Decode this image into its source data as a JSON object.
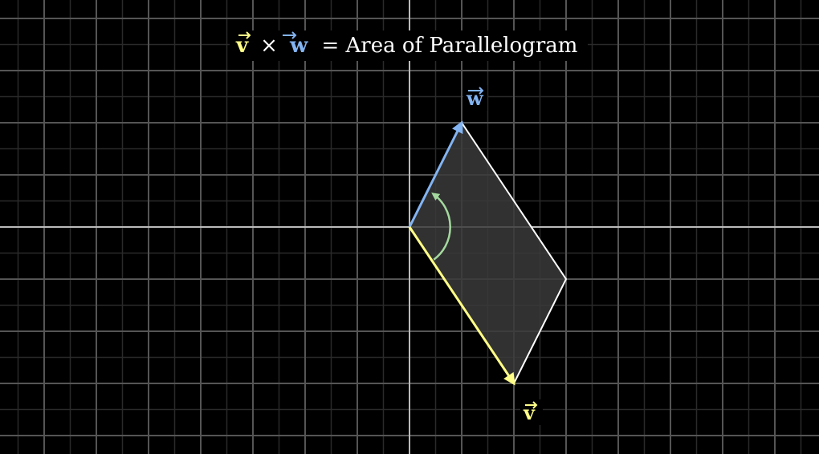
{
  "title": {
    "v_symbol": "v",
    "times_symbol": "×",
    "w_symbol": "w",
    "equals_text": "= Area of Parallelogram"
  },
  "labels": {
    "w_label": "w",
    "v_label": "v"
  },
  "vectors": {
    "v": {
      "x": 2,
      "y": -3
    },
    "w": {
      "x": 1,
      "y": 2
    }
  },
  "grid": {
    "x_range": [
      -8,
      8
    ],
    "y_range": [
      -4,
      4
    ],
    "minor_step": 0.5
  },
  "colors": {
    "background": "#000000",
    "v_color": "#FFFF88",
    "w_color": "#83B4F2",
    "rotation_arrow": "#A4D89E",
    "parallelogram_fill": "#3A3A3A",
    "parallelogram_stroke": "#FFFFFF",
    "axis": "#BBBBBB",
    "major_grid": "#555555",
    "minor_grid": "#2A2A2A"
  }
}
